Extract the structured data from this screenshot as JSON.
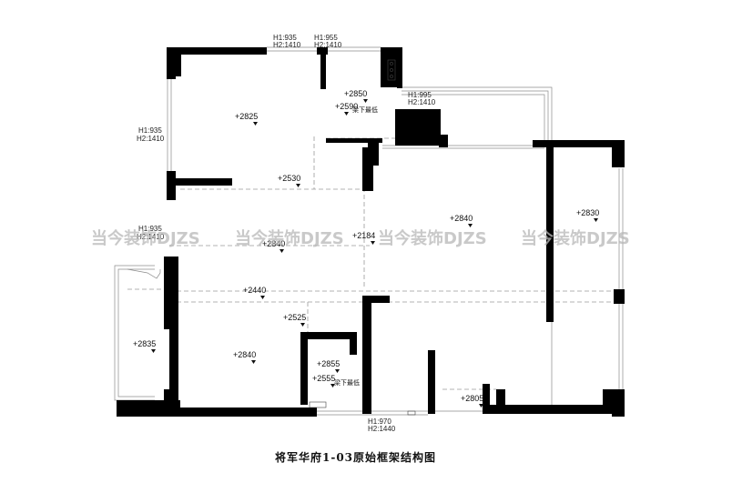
{
  "title": "将军华府1-03原始框架结构图",
  "watermark": {
    "text": "当今装饰DJZS"
  },
  "window_heights": [
    {
      "h1": "H1:935",
      "h2": "H2:1410"
    },
    {
      "h1": "H1:955",
      "h2": "H2:1410"
    },
    {
      "h1": "H1:995",
      "h2": "H2:1410"
    },
    {
      "h1": "H1:935",
      "h2": "H2:1410"
    },
    {
      "h1": "H1:935",
      "h2": "H2:1410"
    },
    {
      "h1": "H1:970",
      "h2": "H2:1440"
    }
  ],
  "ceiling_heights": [
    "+2825",
    "+2850",
    "+2590",
    "+2530",
    "+2840",
    "+2830",
    "+2840",
    "+2184",
    "+2440",
    "+2525",
    "+2835",
    "+2840",
    "+2855",
    "+2555",
    "+2805"
  ],
  "notes": {
    "beam_lowest_top": "梁下最低",
    "beam_lowest_bottom": "梁下最低"
  },
  "colors": {
    "wall": "#000000",
    "dashed": "#9a9a9a",
    "window": "#8c8c8c"
  }
}
